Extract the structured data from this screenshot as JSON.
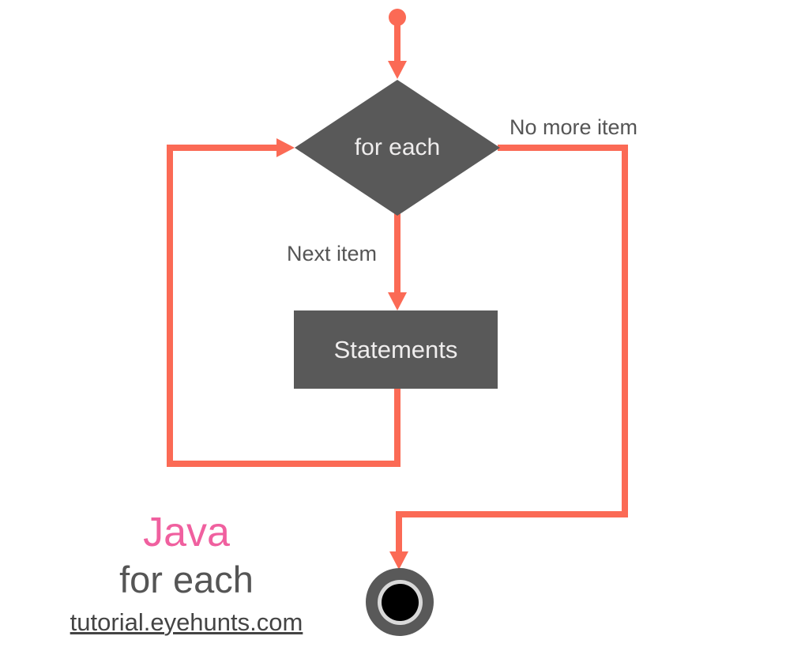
{
  "flowchart": {
    "decision": {
      "label": "for each"
    },
    "process": {
      "label": "Statements"
    },
    "edges": {
      "no_more_item": "No more item",
      "next_item": "Next item"
    }
  },
  "caption": {
    "title": "Java",
    "subtitle": "for each",
    "site": "tutorial.eyehunts.com"
  },
  "colors": {
    "arrow": "#FB6A55",
    "node_fill": "#595959",
    "node_text": "#EFEDED",
    "label_text": "#555555",
    "title_pink": "#F0609F",
    "site_gray": "#444444",
    "end_ring": "#D9D9D9",
    "end_core": "#000000"
  }
}
